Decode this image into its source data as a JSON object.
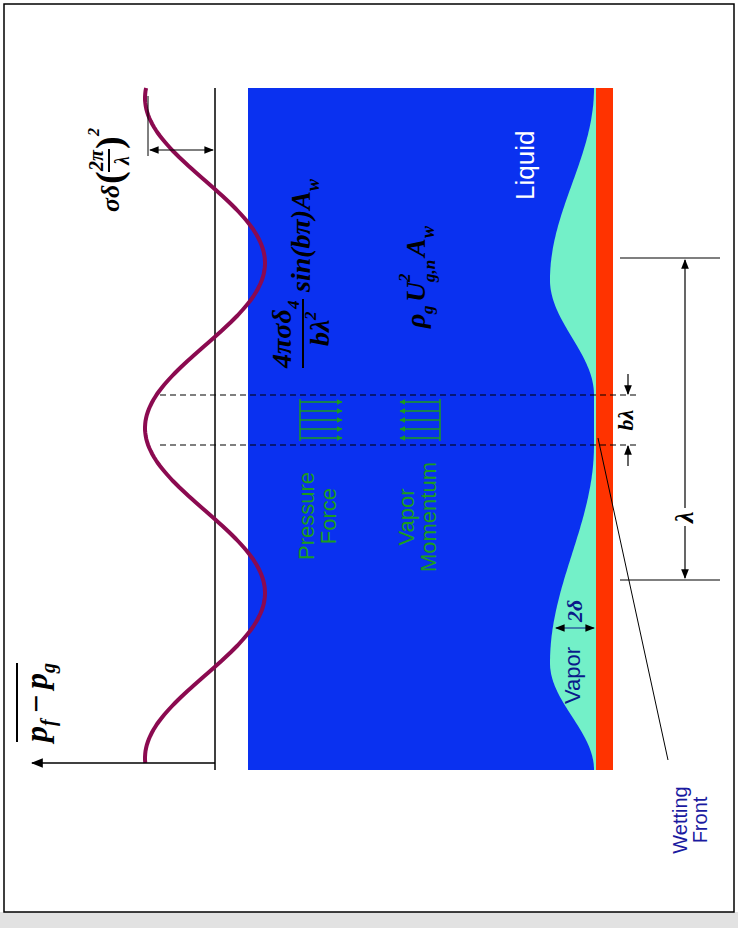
{
  "diagram": {
    "labels": [
      "p",
      "f",
      "−",
      "p",
      "g",
      "σδ",
      "(",
      "2π",
      "λ",
      ")",
      "2",
      "4πσδ",
      "4",
      "bλ",
      "2",
      "sin(bπ)A",
      "w",
      "ρ",
      "g",
      "U",
      "2",
      "g,n",
      "A",
      "w",
      "Pressure Force",
      "Vapor Momentum",
      "Liquid",
      "Vapor",
      "Wetting Front",
      "2δ",
      "bλ",
      "λ"
    ]
  }
}
